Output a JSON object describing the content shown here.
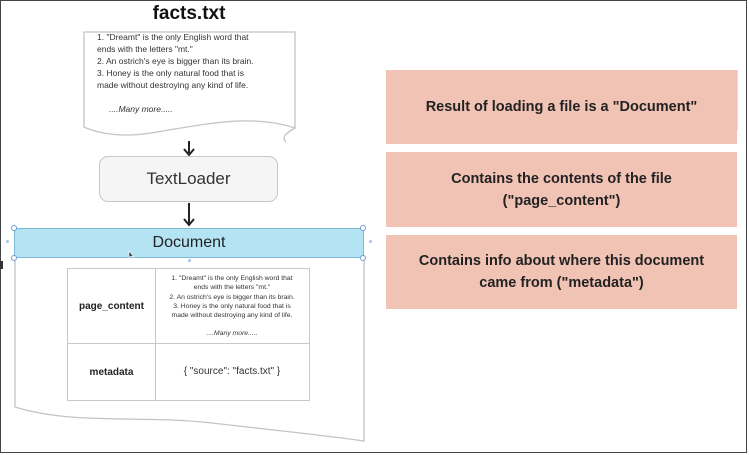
{
  "diagram": {
    "file_title": "facts.txt",
    "file_lines": [
      "1. \"Dreamt\" is the only English word that",
      "ends with the letters \"mt.\"",
      "2. An ostrich's eye is bigger than its brain.",
      "3. Honey is the only natural food that is",
      "made without destroying any kind of life."
    ],
    "file_more": "....Many more.....",
    "loader_label": "TextLoader",
    "document_label": "Document",
    "table": {
      "page_content_key": "page_content",
      "page_content_lines": [
        "1. \"Dreamt\" is the only English word that",
        "ends with the letters \"mt.\"",
        "2. An ostrich's eye is bigger than its brain.",
        "3. Honey is the only natural food that is",
        "made without destroying any kind of life."
      ],
      "page_content_more": "....Many more.....",
      "metadata_key": "metadata",
      "metadata_value": "{ \"source\": \"facts.txt\" }"
    }
  },
  "callouts": [
    "Result of loading a file is a \"Document\"",
    "Contains the contents of the file (\"page_content\")",
    "Contains info about where this document came from (\"metadata\")"
  ],
  "colors": {
    "callout_bg": "#f1c3b5",
    "document_bar": "#b4e3f4",
    "loader_bg": "#f5f5f5",
    "arrow": "#222222"
  }
}
